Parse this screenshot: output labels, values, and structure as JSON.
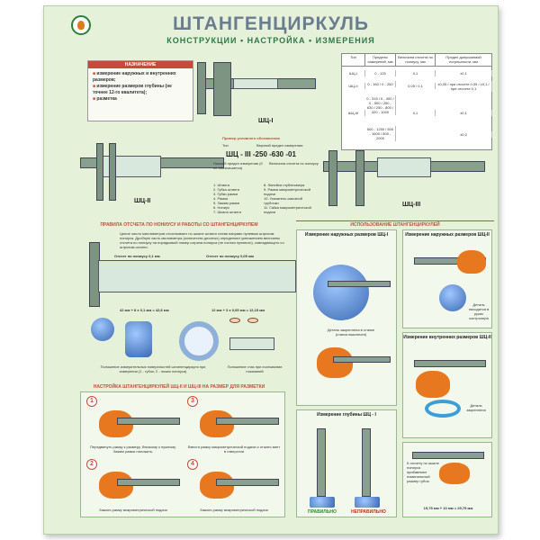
{
  "title": "ШТАНГЕНЦИРКУЛЬ",
  "subtitle": "КОНСТРУКЦИИ • НАСТРОЙКА • ИЗМЕРЕНИЯ",
  "purpose": {
    "header": "НАЗНАЧЕНИЕ",
    "items": [
      "измерение наружных и внутренних размеров;",
      "измерение размеров глубины (не точнее 12-го квалитета);",
      "разметка"
    ]
  },
  "table": {
    "headers": [
      "Тип",
      "Пределы измерений, мм",
      "Величина отсчета по нониусу, мм",
      "Предел допускаемой погрешности, мм"
    ],
    "types": [
      "ШЦ-I",
      "ШЦ-II",
      "ШЦ-III"
    ],
    "ranges": [
      "0 - 125",
      "0 - 160 / 0 - 250",
      "0 - 315 / 0 - 400 / 0 - 500 / 250 - 630 / 250 - 800 / 320 - 1000",
      "500 - 1250 / 500 - 1600 / 800 - 2000"
    ],
    "counts": [
      "0,1",
      "0,05 / 0,1",
      "0,1",
      ""
    ],
    "errors": [
      "±0,1",
      "±0,05 / при отсчете 0,05 / ±0,1 / при отсчете 0,1",
      "±0,1",
      "±0,2"
    ]
  },
  "labels": {
    "shc1": "ШЦ-I",
    "shc2": "ШЦ-II",
    "shc3": "ШЦ-III",
    "example_title": "Пример условного обозначения",
    "example_code": "ШЦ - III -250 -630 -01",
    "example_tip": "Тип",
    "example_upper": "Верхний предел измерения",
    "example_lower": "Нижний предел измерения (0 не обозначается)",
    "example_count": "Величина отсчета по нониусу",
    "parts_left": [
      "1. Штанга",
      "2. Губка штанги",
      "3. Губки рамки",
      "4. Рамка",
      "5. Зажим рамки",
      "6. Нониус",
      "7. Шкала штанги"
    ],
    "parts_right": [
      "8. Линейка глубиномера",
      "9. Рамка микрометрической подачи",
      "10. Указатель сквозной трубочки",
      "11. Гайка микрометрической подачи"
    ]
  },
  "rules": {
    "title": "ПРАВИЛА ОТСЧЕТА ПО НОНИУСУ И РАБОТЫ СО ШТАНГЕНЦИРКУЛЕМ",
    "text": "Целое число миллиметров отсчитывают по шкале штанги слева направо нулевым штрихом нониуса. Дробную часть миллиметра (количество десятых) определяют умножением величины отсчета по нониусу на порядковый номер штриха нониуса (не считая нулевого), совпадающего со штрихом штанги.",
    "count1": "Отсчет по нониусу 0,1 мм",
    "count2": "Отсчет по нониусу 0,05 мм",
    "formula1": "42 мм + 8 х 0,1 мм = 42,8 мм",
    "formula2": "12 мм + 3 х 0,05 мм = 12,15 мм",
    "caption1": "Положение измерительных поверхностей штангенциркуля при измерении (1 - губок; 2 - ножек нониуса)",
    "caption2": "Положение глаз при считывании показаний"
  },
  "setup": {
    "title": "НАСТРОЙКА ШТАНГЕНЦИРКУЛЕЙ ШЦ-II И ШЦ-III НА РАЗМЕР ДЛЯ РАЗМЕТКИ",
    "steps": [
      "Передвинуть рамку к размеру, близкому к нужному. Зажим рамки наложить.",
      "Зажать рамку микрометрической подачи",
      "Ввести рамку микрометрической подачи и отжать винт в отверстии",
      "Зажать рамку микрометрической подачи"
    ]
  },
  "usage": {
    "title": "ИСПОЛЬЗОВАНИЕ ШТАНГЕНЦИРКУЛЕЙ",
    "outer1": "Измерение наружных размеров ШЦ-I",
    "outer2": "Измерение наружных размеров ШЦ-II",
    "inner": "Измерение внутренних размеров ШЦ-II",
    "depth": "Измерение глубины ШЦ - I",
    "note1": "Деталь закреплена в станке (станок выключен)",
    "note2": "Деталь находится в руках контролера",
    "note3": "Деталь находится в руках контролера",
    "note4": "Деталь закреплена",
    "note5": "К отсчету по шкале нониуса прибавляют номинальный размер губок:",
    "formula3": "19,75 мм + 10 мм = 29,75 мм",
    "ok": "ПРАВИЛЬНО",
    "bad": "НЕПРАВИЛЬНО"
  }
}
